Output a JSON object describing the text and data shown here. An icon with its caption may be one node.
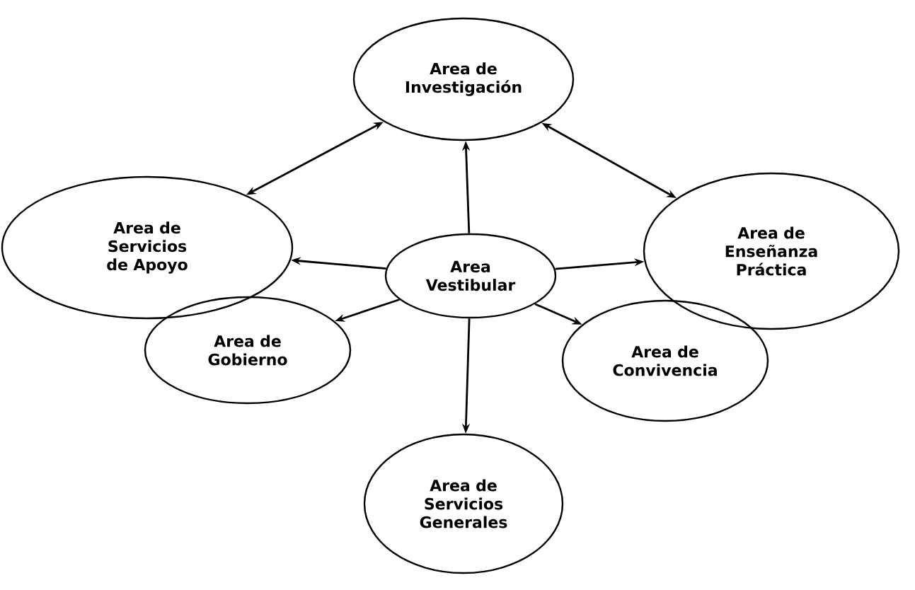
{
  "diagram": {
    "nodes": [
      {
        "text": [
          "Area de Investigación"
        ]
      },
      {
        "text": [
          "Area de Servicios de Apoyo"
        ]
      },
      {
        "text": [
          "Area de Enseñanza Práctica"
        ]
      },
      {
        "text": [
          "Area Vestibular"
        ]
      },
      {
        "text": [
          "Area de Gobierno"
        ]
      },
      {
        "text": [
          "Area de Convivencia"
        ]
      },
      {
        "text": [
          "Area de Servicios Generales"
        ]
      }
    ],
    "edges": [
      {
        "from": 0,
        "to": 1,
        "arrow": "both"
      },
      {
        "from": 0,
        "to": 2,
        "arrow": "both"
      },
      {
        "from": 3,
        "to": 0,
        "arrow": "to"
      },
      {
        "from": 3,
        "to": 1,
        "arrow": "to"
      },
      {
        "from": 3,
        "to": 2,
        "arrow": "to"
      },
      {
        "from": 3,
        "to": 4,
        "arrow": "to"
      },
      {
        "from": 3,
        "to": 6,
        "arrow": "to"
      },
      {
        "from": 3,
        "to": 5,
        "arrow": "to"
      }
    ]
  }
}
